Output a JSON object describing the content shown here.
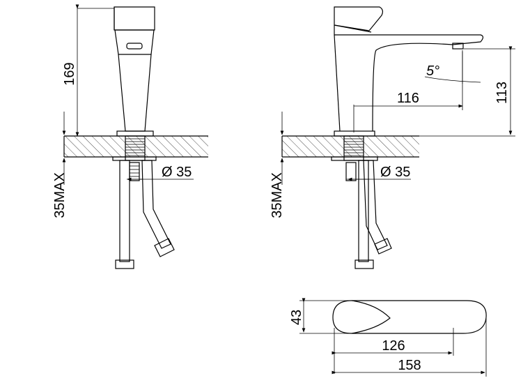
{
  "dimensions": {
    "height_169": "169",
    "deck_max_left": "35MAX",
    "deck_max_right": "35MAX",
    "hole_diameter_left": "Ø 35",
    "hole_diameter_right": "Ø 35",
    "reach_116": "116",
    "spout_height_113": "113",
    "angle_5": "5°",
    "width_43": "43",
    "length_126": "126",
    "length_158": "158"
  }
}
